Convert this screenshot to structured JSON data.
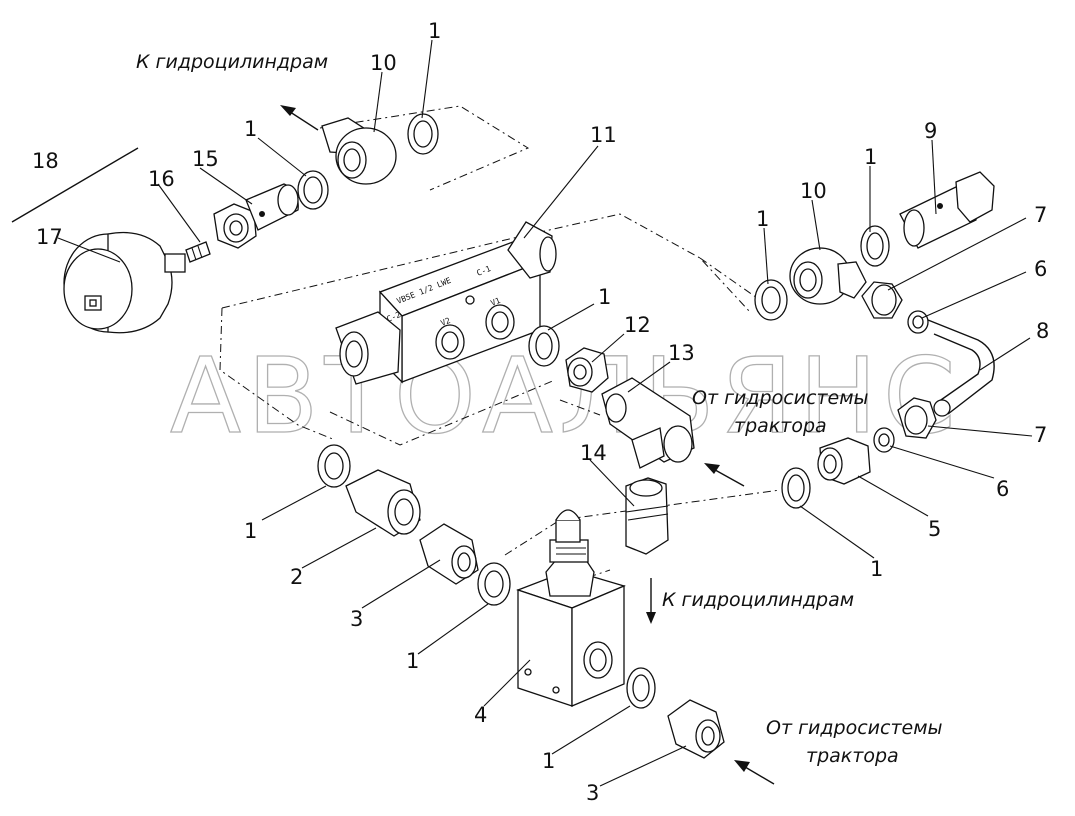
{
  "watermark": "АВТОАЛЬЯНС",
  "annotations": {
    "to_cylinders_top": "К гидроцилиндрам",
    "from_tractor_mid_1": "От гидросистемы",
    "from_tractor_mid_2": "трактора",
    "to_cylinders_mid": "К гидроцилиндрам",
    "from_tractor_bottom_1": "От гидросистемы",
    "from_tractor_bottom_2": "трактора"
  },
  "block_marks": {
    "main": "VBSE 1/2 LWE",
    "c1": "C-1",
    "c2": "C-2",
    "v1": "V1",
    "v2": "V2"
  },
  "callouts": {
    "c1_top": "1",
    "c10_top": "10",
    "c1_a": "1",
    "c15": "15",
    "c18": "18",
    "c16": "16",
    "c17": "17",
    "c11": "11",
    "c9": "9",
    "c1_b": "1",
    "c10_r": "10",
    "c1_c": "1",
    "c7_a": "7",
    "c6_a": "6",
    "c8": "8",
    "c1_d": "1",
    "c12": "12",
    "c13": "13",
    "c7_b": "7",
    "c6_b": "6",
    "c5": "5",
    "c14": "14",
    "c1_e": "1",
    "c1_f": "1",
    "c2": "2",
    "c3_a": "3",
    "c1_g": "1",
    "c4": "4",
    "c1_h": "1",
    "c3_b": "3"
  }
}
